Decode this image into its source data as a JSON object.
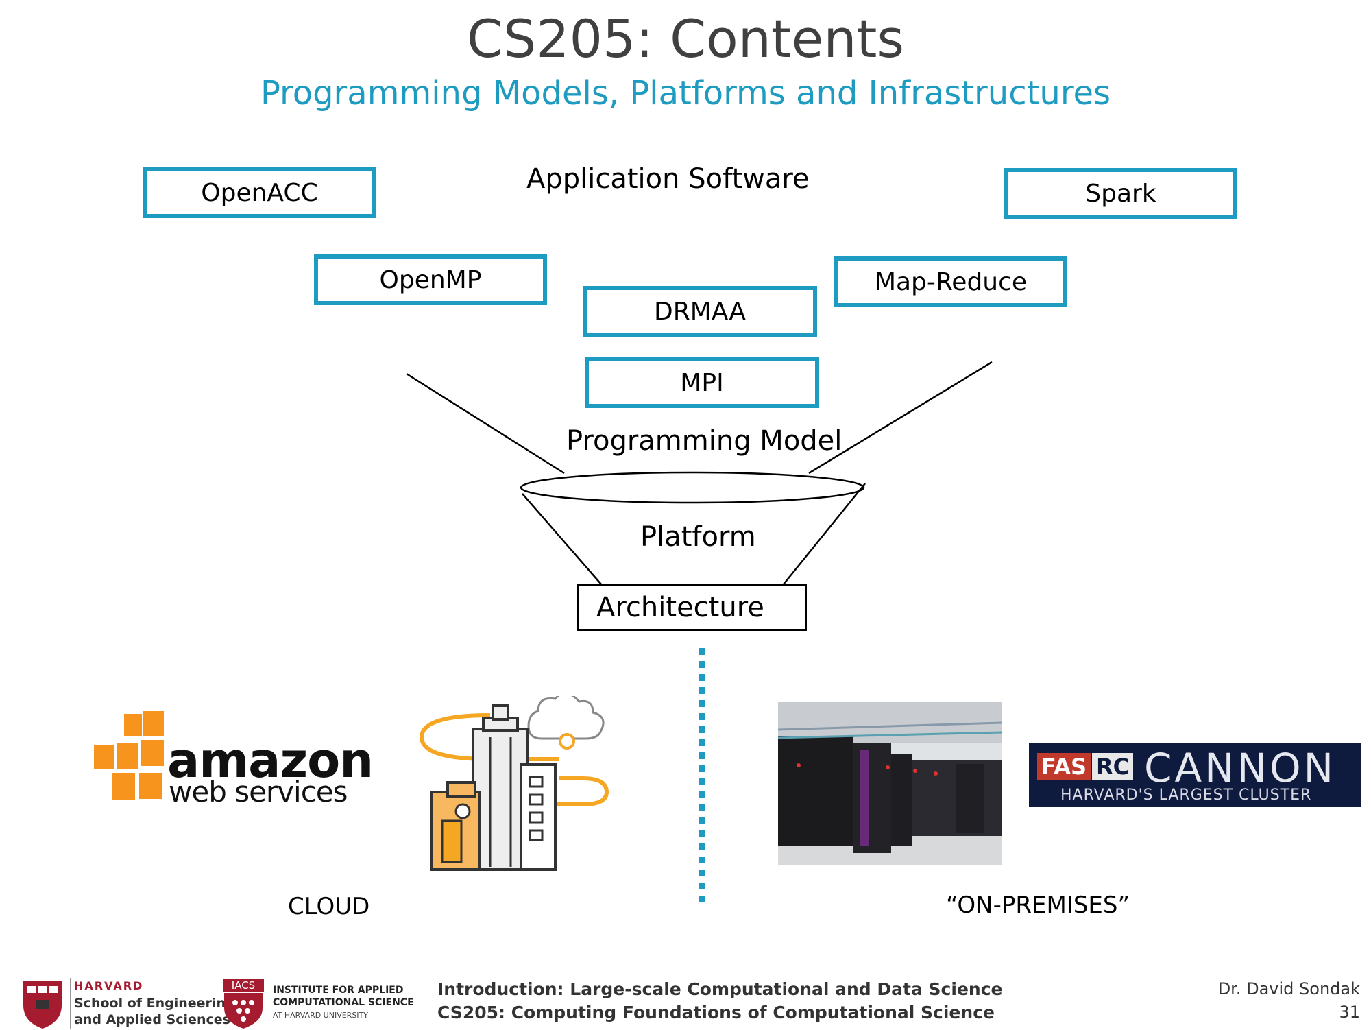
{
  "title": "CS205: Contents",
  "subtitle": "Programming Models, Platforms and Infrastructures",
  "layers": {
    "application": "Application Software",
    "programming_model": "Programming Model",
    "platform": "Platform",
    "architecture": "Architecture"
  },
  "boxes": {
    "openacc": "OpenACC",
    "openmp": "OpenMP",
    "drmaa": "DRMAA",
    "mpi": "MPI",
    "spark": "Spark",
    "mapreduce": "Map-Reduce"
  },
  "deployment": {
    "cloud": "CLOUD",
    "onprem": "“ON-PREMISES”"
  },
  "aws_logo": {
    "word1": "amazon",
    "word2": "web services"
  },
  "cannon_logo": {
    "badge1": "FAS",
    "badge2": "RC",
    "name": "CANNON",
    "tagline": "HARVARD'S LARGEST CLUSTER"
  },
  "seas_logo": {
    "line1": "HARVARD",
    "line2": "School of Engineering",
    "line3": "and Applied Sciences"
  },
  "iacs_logo": {
    "badge": "IACS",
    "line1": "INSTITUTE FOR APPLIED",
    "line2": "COMPUTATIONAL SCIENCE",
    "line3": "AT HARVARD UNIVERSITY"
  },
  "footer": {
    "line1": "Introduction: Large-scale Computational and Data Science",
    "line2": "CS205: Computing Foundations of Computational Science",
    "author": "Dr. David Sondak",
    "page": "31"
  },
  "colors": {
    "accent": "#1E9BC0",
    "aws_orange": "#F7941E",
    "harvard_red": "#A51C30"
  }
}
